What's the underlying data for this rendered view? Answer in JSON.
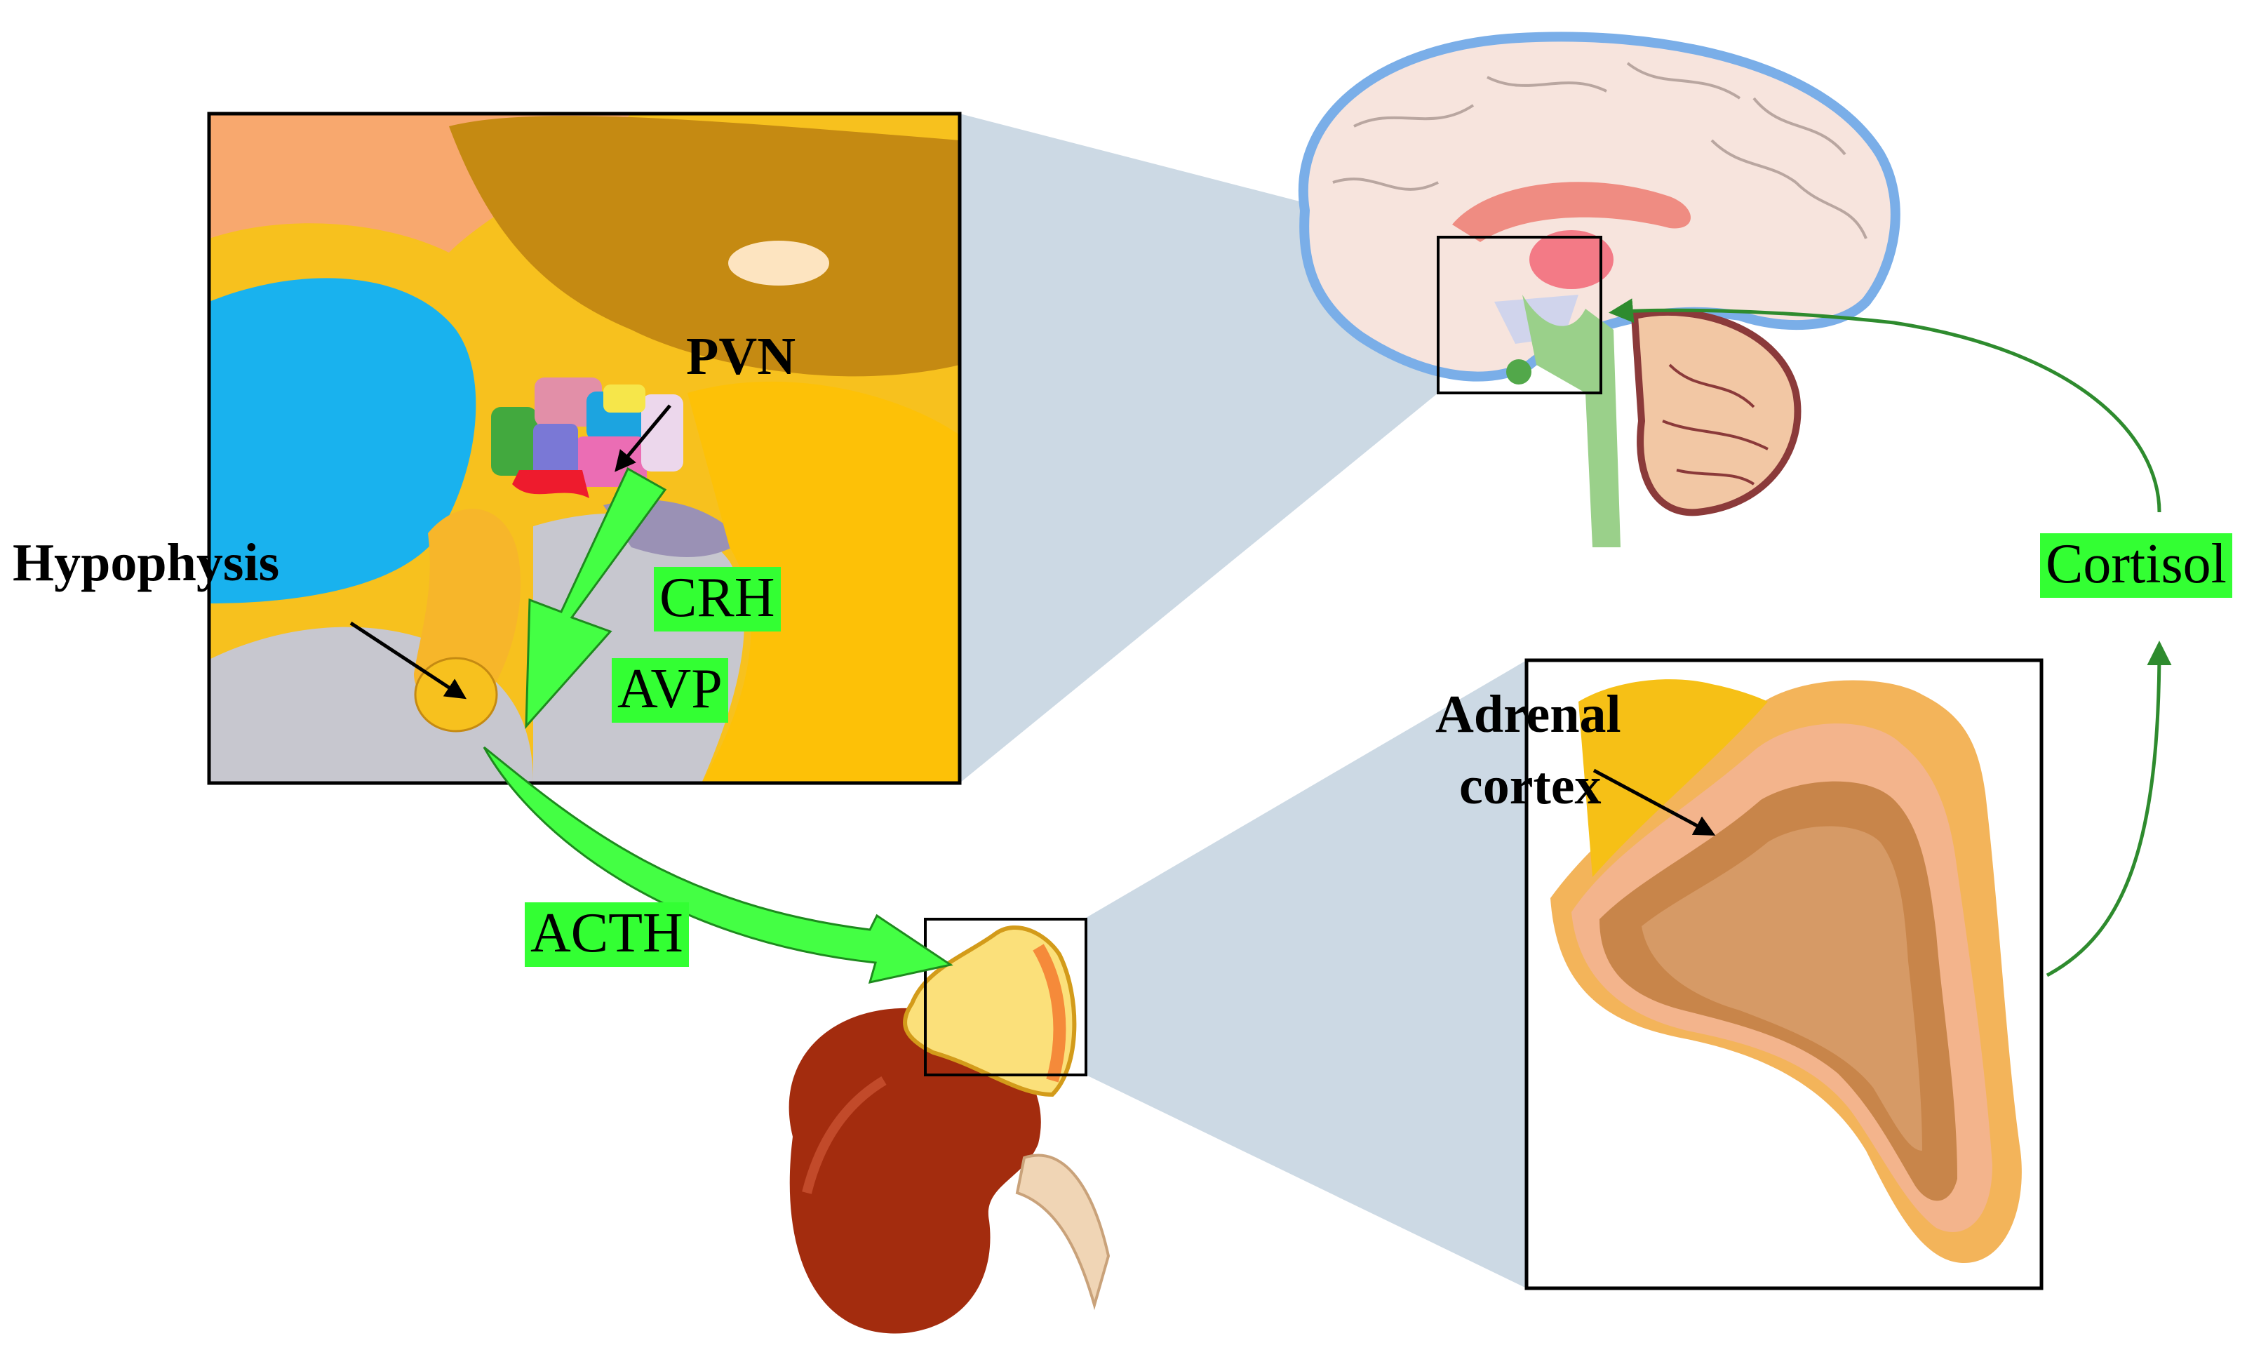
{
  "labels": {
    "pvn": "PVN",
    "hypophysis": "Hypophysis",
    "crh": "CRH",
    "avp": "AVP",
    "acth": "ACTH",
    "adrenal_line1": "Adrenal",
    "adrenal_line2": "cortex",
    "cortisol": "Cortisol"
  },
  "colors": {
    "highlight": "#33ff33",
    "feedback_arrow": "#2e8b2e",
    "zoom_wedge": "#ccd9e4",
    "background": "#ffffff"
  }
}
